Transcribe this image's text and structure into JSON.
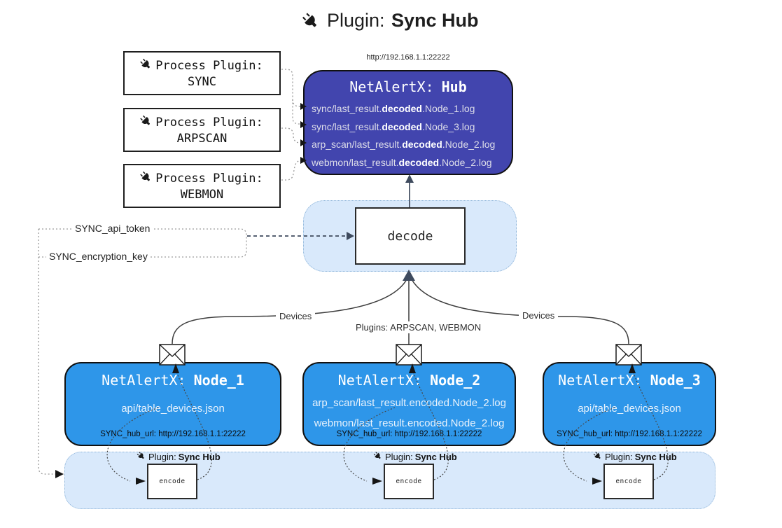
{
  "title": {
    "prefix": "Plugin:",
    "name": "Sync Hub"
  },
  "hub": {
    "url_label": "http://192.168.1.1:22222",
    "title_prefix": "NetAlertX:",
    "title_name": "Hub",
    "rows": [
      {
        "pre": "sync/last_result.",
        "bold": "decoded",
        "post": ".Node_1.log"
      },
      {
        "pre": "sync/last_result.",
        "bold": "decoded",
        "post": ".Node_3.log"
      },
      {
        "pre": "arp_scan/last_result.",
        "bold": "decoded",
        "post": ".Node_2.log"
      },
      {
        "pre": "webmon/last_result.",
        "bold": "decoded",
        "post": ".Node_2.log"
      }
    ]
  },
  "process_plugins": [
    {
      "line1": "Process Plugin:",
      "name": "SYNC"
    },
    {
      "line1": "Process Plugin:",
      "name": "ARPSCAN"
    },
    {
      "line1": "Process Plugin:",
      "name": "WEBMON"
    }
  ],
  "decode": {
    "label": "decode"
  },
  "keys": {
    "api_token": "SYNC_api_token",
    "encryption_key": "SYNC_encryption_key"
  },
  "edges": {
    "devices_left": "Devices",
    "devices_right": "Devices",
    "plugins_center": "Plugins: ARPSCAN, WEBMON"
  },
  "nodes": [
    {
      "title_prefix": "NetAlertX:",
      "title_name": "Node_1",
      "files": [
        "api/table_devices.json"
      ],
      "hub_url": "SYNC_hub_url: http://192.168.1.1:22222"
    },
    {
      "title_prefix": "NetAlertX:",
      "title_name": "Node_2",
      "files": [
        "arp_scan/last_result.encoded.Node_2.log",
        "webmon/last_result.encoded.Node_2.log"
      ],
      "hub_url": "SYNC_hub_url: http://192.168.1.1:22222"
    },
    {
      "title_prefix": "NetAlertX:",
      "title_name": "Node_3",
      "files": [
        "api/table_devices.json"
      ],
      "hub_url": "SYNC_hub_url: http://192.168.1.1:22222"
    }
  ],
  "encode": {
    "label": "encode",
    "plugin_prefix": "Plugin:",
    "plugin_name": "Sync Hub"
  },
  "colors": {
    "hub_fill": "#4245ae",
    "node_fill": "#2e96e9",
    "panel_fill": "#d9e9fb",
    "panel_border": "#8ab2d8",
    "connector_gray": "#9b9b9b",
    "arrow_dark": "#3f4b5e"
  }
}
